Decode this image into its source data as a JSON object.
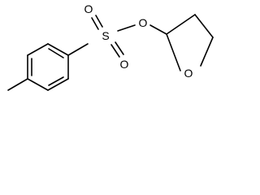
{
  "atoms": {
    "sulfur": "S",
    "sulfonyl_oxygen_top": "O",
    "sulfonyl_oxygen_bottom": "O",
    "ester_oxygen": "O",
    "ring_oxygen": "O"
  }
}
